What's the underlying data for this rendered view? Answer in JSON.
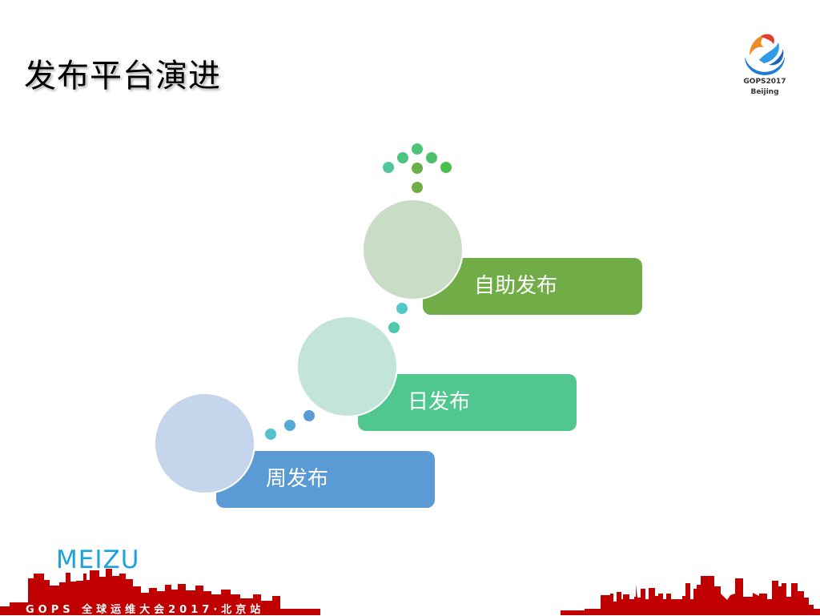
{
  "slide": {
    "title": "发布平台演进"
  },
  "logo": {
    "name": "GOPS2017",
    "city": "Beijing"
  },
  "diagram": {
    "steps": [
      {
        "label": "周发布",
        "box_color": "#5b9bd5",
        "circle_color": "#c5d5eb"
      },
      {
        "label": "日发布",
        "box_color": "#4fc78f",
        "circle_color": "#c3e4d8"
      },
      {
        "label": "自助发布",
        "box_color": "#70ad47",
        "circle_color": "#c9dcc5"
      }
    ],
    "connector_dots_colors": {
      "step1_to_step2": [
        "#55c1cf",
        "#54abd3",
        "#5b9bd5"
      ],
      "step2_to_step3": [
        "#4fc8b0",
        "#52c8c8"
      ],
      "arrow_top": [
        "#4fc79b",
        "#4bc57f",
        "#4dc577",
        "#4cc06c",
        "#4bbf4c",
        "#6ab04a",
        "#70ad47"
      ]
    }
  },
  "footer": {
    "brand": "MEIZU",
    "conference": "GOPS 全球运维大会2017·北京站",
    "skyline_color": "#c00000"
  }
}
